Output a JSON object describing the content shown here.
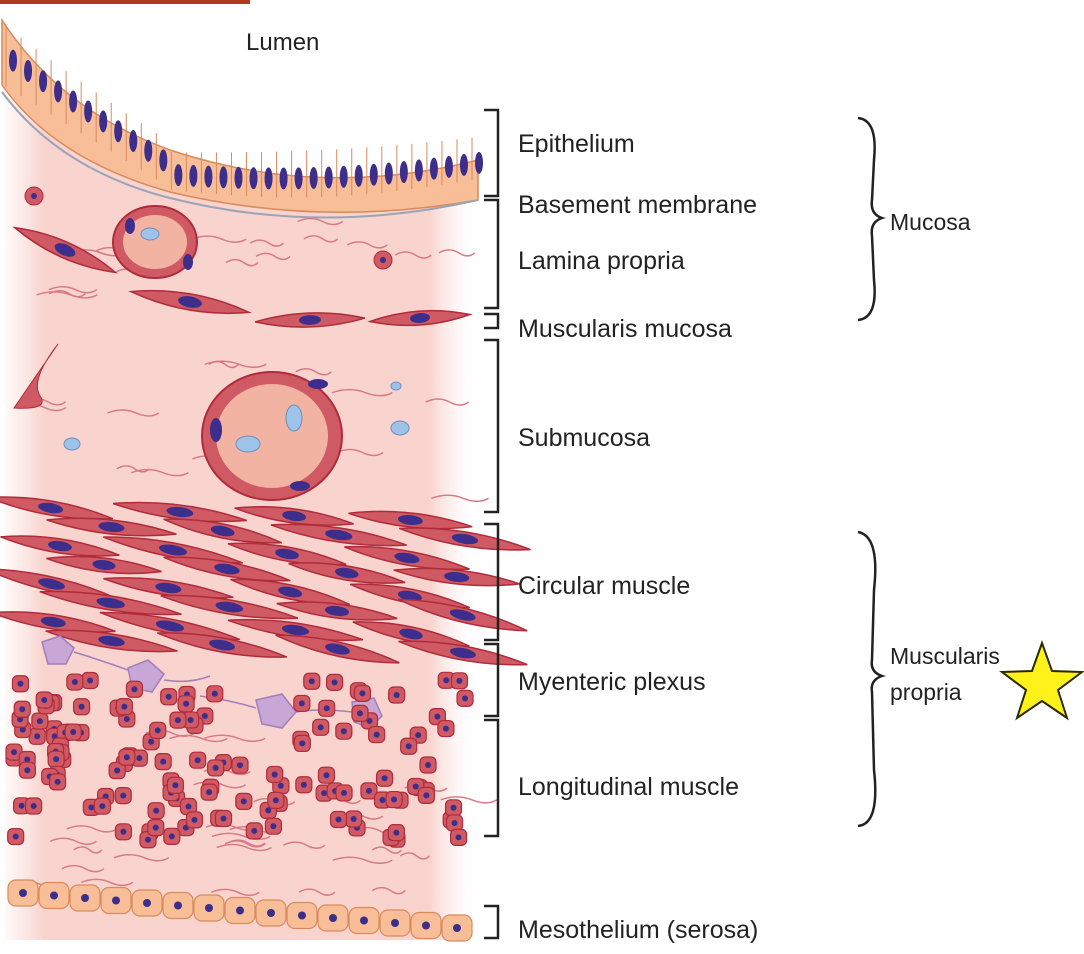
{
  "diagram": {
    "lumen_label": "Lumen",
    "layers": [
      "Epithelium",
      "Basement membrane",
      "Lamina propria",
      "Muscularis mucosa",
      "Submucosa",
      "Circular muscle",
      "Myenteric plexus",
      "Longitudinal muscle",
      "Mesothelium (serosa)"
    ],
    "groups": {
      "mucosa": "Mucosa",
      "muscularis_propria_line1": "Muscularis",
      "muscularis_propria_line2": "propria"
    },
    "annotation_icon": "star-icon",
    "colors": {
      "tissue": "#f9d7d2",
      "epithelium": "#f7be98",
      "nucleus": "#3c2e8a",
      "muscle": "#cf5a63",
      "muscle_edge": "#b02b3b",
      "vessel_lumen": "#f3b3a3",
      "rbc": "#9dc3e8",
      "nerve": "#c8a6d6",
      "star": "#fff21a"
    }
  }
}
